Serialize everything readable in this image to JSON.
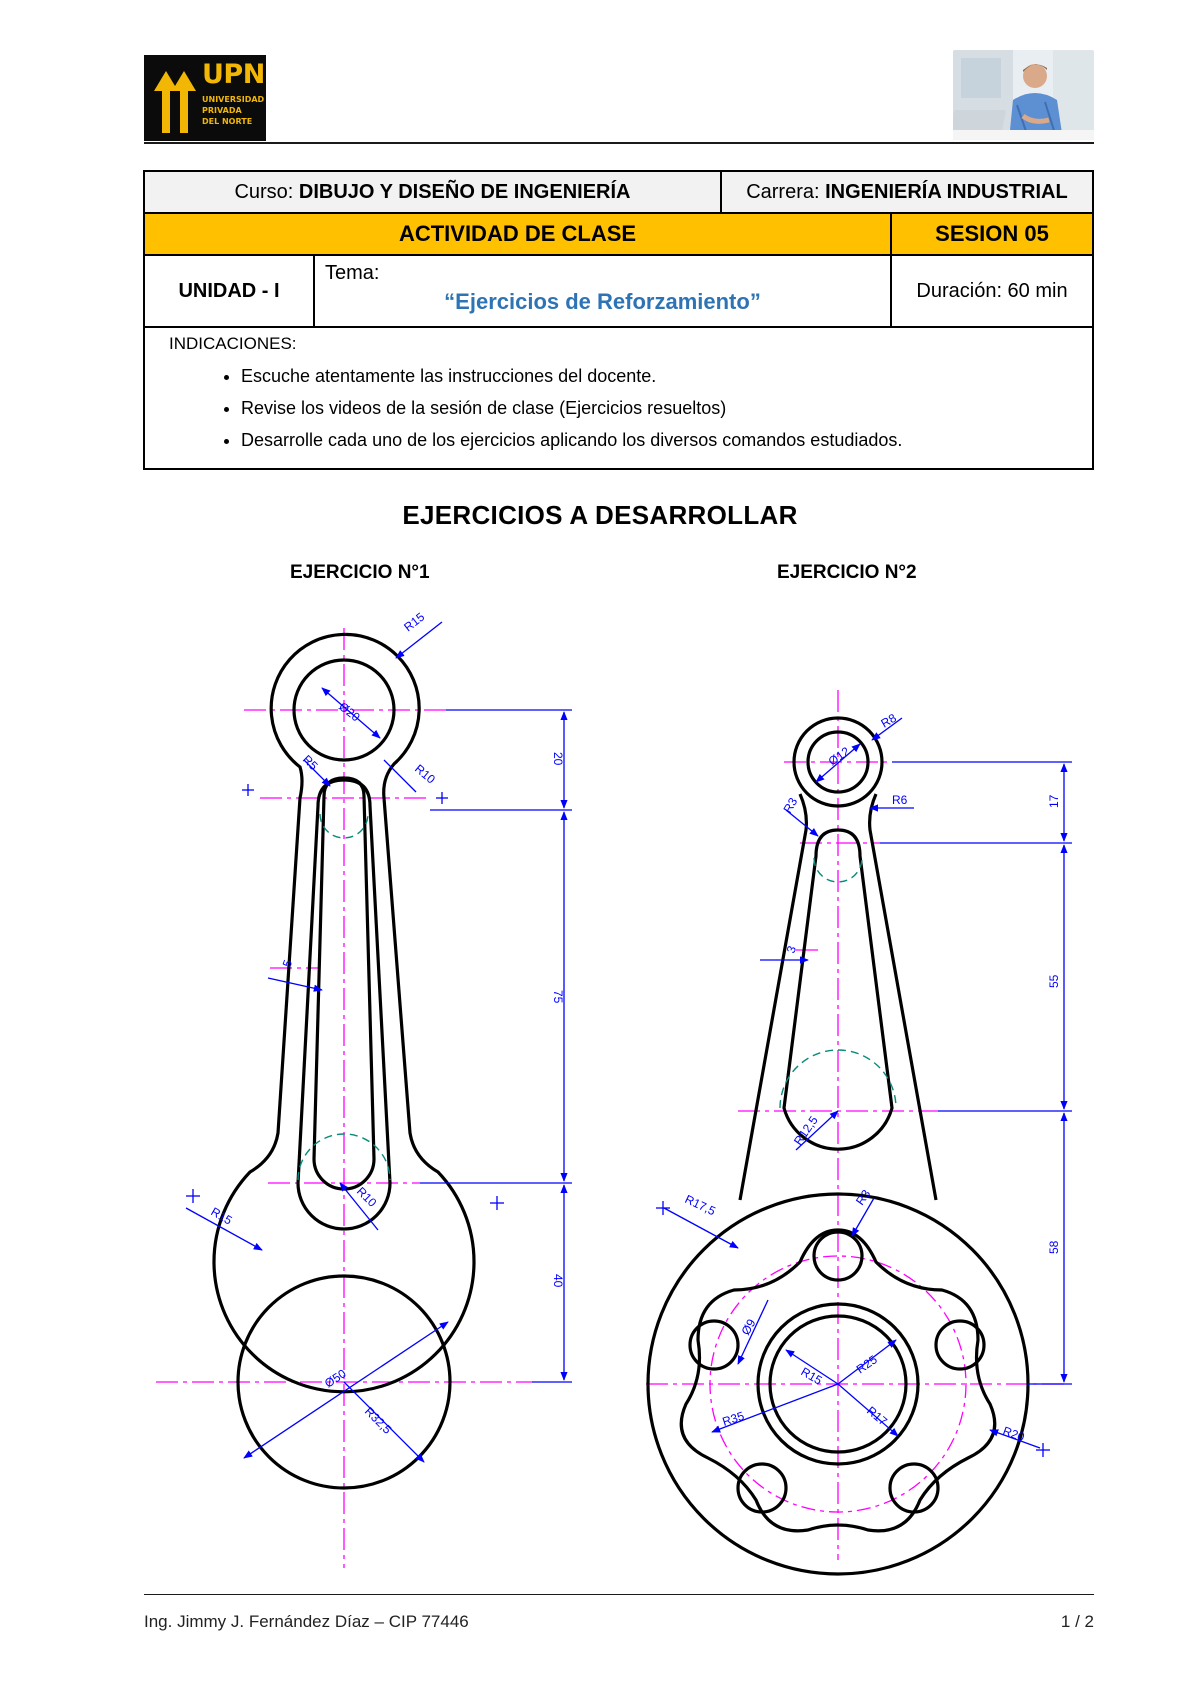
{
  "logo": {
    "name": "UPN",
    "subtitle_lines": [
      "UNIVERSIDAD",
      "PRIVADA",
      "DEL NORTE"
    ]
  },
  "header": {
    "curso_label": "Curso: ",
    "curso_value": "DIBUJO Y DISEÑO DE INGENIERÍA",
    "carrera_label": "Carrera: ",
    "carrera_value": "INGENIERÍA INDUSTRIAL",
    "actividad": "ACTIVIDAD DE CLASE",
    "sesion": "SESION 05",
    "unidad": "UNIDAD - I",
    "tema_label": "Tema:",
    "tema_title": "“Ejercicios de Reforzamiento”",
    "duracion": "Duración: 60 min",
    "indicaciones_label": "INDICACIONES:",
    "indicaciones": [
      "Escuche atentamente las instrucciones del docente.",
      "Revise los videos de la sesión de clase (Ejercicios resueltos)",
      "Desarrolle cada uno de los ejercicios aplicando los diversos comandos estudiados."
    ]
  },
  "section_title": "EJERCICIOS A DESARROLLAR",
  "exercises": [
    {
      "title": "EJERCICIO N°1",
      "dims": {
        "r15_top": "R15",
        "d20": "Ø20",
        "r5": "R5",
        "r10_top": "R10",
        "v20": "20",
        "v75": "75",
        "v40": "40",
        "w5": "5",
        "r10_low": "R10",
        "r15_low": "R15",
        "d50": "Ø50",
        "r32_5": "R32,5"
      }
    },
    {
      "title": "EJERCICIO N°2",
      "dims": {
        "r8": "R8",
        "d12": "Ø12",
        "r6": "R6",
        "r3": "R3",
        "w3": "3",
        "v17": "17",
        "v55": "55",
        "v58": "58",
        "r12_5": "R12,5",
        "r17_5": "R17,5",
        "r3b": "R3",
        "d9": "Ø9",
        "r15": "R15",
        "r25": "R25",
        "r35": "R35",
        "r17": "R17",
        "r20": "R20"
      }
    }
  ],
  "footer": {
    "author": "Ing. Jimmy J. Fernández Díaz – CIP 77446",
    "page": "1 / 2"
  },
  "colors": {
    "gold": "#ffc000",
    "blue_title": "#2e74b5",
    "dim_blue": "#0000ff",
    "center_magenta": "#ff00ff",
    "hidden_teal": "#0a8a7a"
  }
}
